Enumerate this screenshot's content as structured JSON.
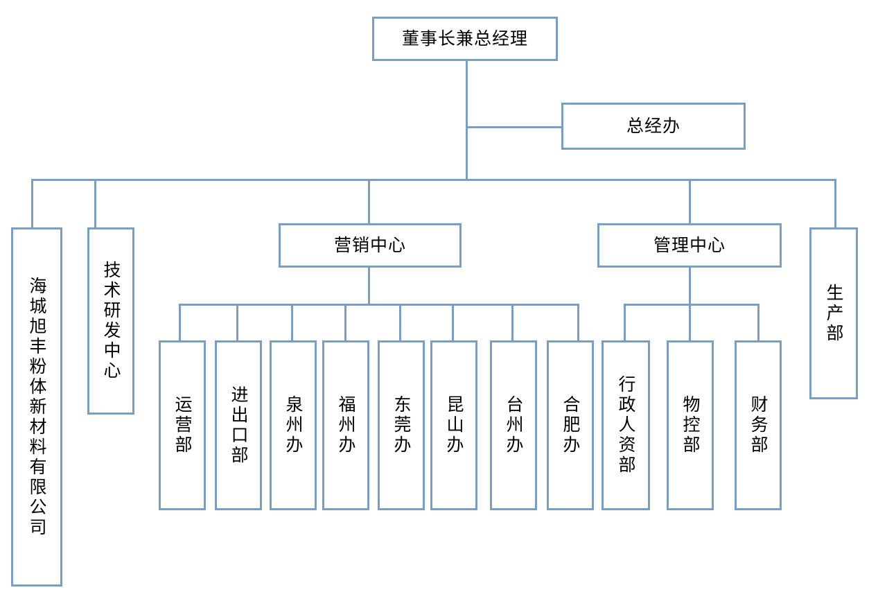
{
  "diagram": {
    "type": "org-chart",
    "title_text": "",
    "orientation": "top-down",
    "colors": {
      "box_border": "#7a9dc4",
      "connector": "#7a9dc4",
      "box_fill": "#ffffff",
      "text": "#000000",
      "background": "#ffffff"
    }
  },
  "nodes": {
    "root": {
      "label": "董事长兼总经理",
      "level": 0,
      "orientation": "horizontal"
    },
    "gm_office": {
      "label": "总经办",
      "level": 1,
      "orientation": "horizontal"
    },
    "company": {
      "label": "海城旭丰粉体新材料有限公司",
      "level": 2,
      "orientation": "vertical"
    },
    "rnd_center": {
      "label": "技术研发中心",
      "level": 2,
      "orientation": "vertical"
    },
    "marketing_center": {
      "label": "营销中心",
      "level": 2,
      "orientation": "horizontal"
    },
    "management_center": {
      "label": "管理中心",
      "level": 2,
      "orientation": "horizontal"
    },
    "production_dept": {
      "label": "生产部",
      "level": 2,
      "orientation": "vertical"
    }
  },
  "marketing_children": [
    {
      "label": "运营部"
    },
    {
      "label": "进出口部"
    },
    {
      "label": "泉州办"
    },
    {
      "label": "福州办"
    },
    {
      "label": "东莞办"
    },
    {
      "label": "昆山办"
    },
    {
      "label": "台州办"
    },
    {
      "label": "合肥办"
    }
  ],
  "management_children": [
    {
      "label": "行政人资部"
    },
    {
      "label": "物控部"
    },
    {
      "label": "财务部"
    }
  ]
}
